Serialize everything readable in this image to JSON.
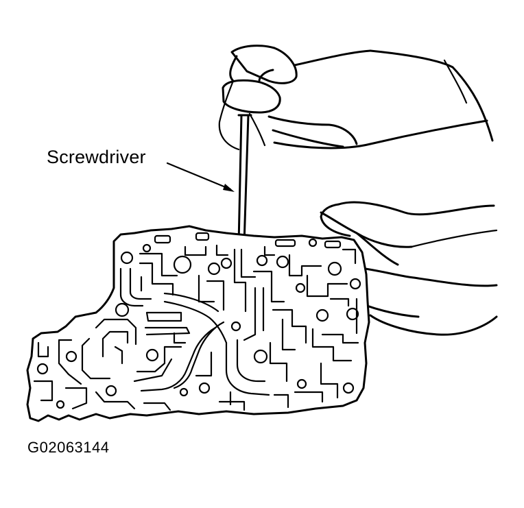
{
  "diagram": {
    "callout_label": "Screwdriver",
    "figure_id": "G02063144",
    "colors": {
      "ink": "#000000",
      "paper": "#ffffff"
    },
    "illustration_subject": "valve body held in hands with screwdriver inserted into bore"
  }
}
